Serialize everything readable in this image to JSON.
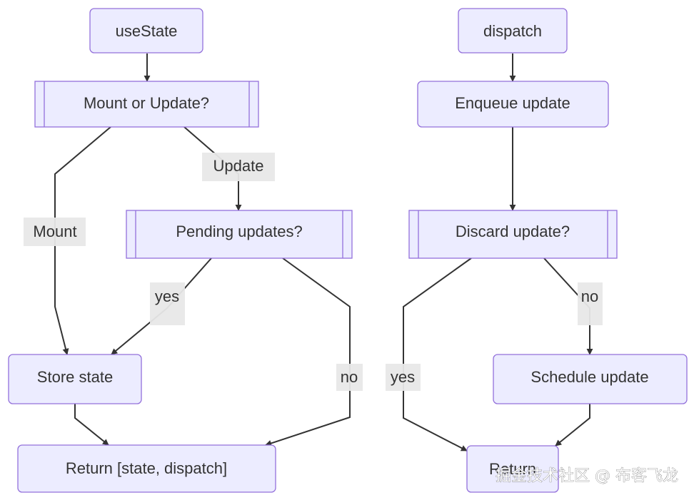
{
  "flow_left": {
    "nodes": {
      "use_state": "useState",
      "mount_or_update": "Mount or Update?",
      "pending_updates": "Pending updates?",
      "store_state": "Store state",
      "return_state_dispatch": "Return [state, dispatch]"
    },
    "edge_labels": {
      "update": "Update",
      "mount": "Mount",
      "yes": "yes",
      "no": "no"
    }
  },
  "flow_right": {
    "nodes": {
      "dispatch": "dispatch",
      "enqueue_update": "Enqueue update",
      "discard_update": "Discard update?",
      "schedule_update": "Schedule update",
      "return": "Return"
    },
    "edge_labels": {
      "no": "no",
      "yes": "yes"
    }
  },
  "watermark": "掘金技术社区 @ 布客飞龙",
  "colors": {
    "node_fill": "#ececff",
    "node_stroke": "#9370db",
    "edge": "#333333",
    "label_bg": "#e8e8e8"
  }
}
